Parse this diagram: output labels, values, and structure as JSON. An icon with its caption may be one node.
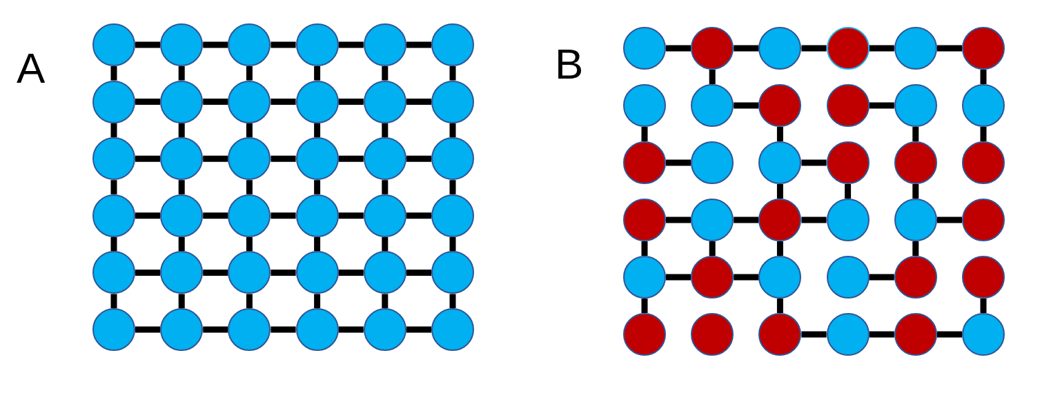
{
  "diagram": {
    "nodes": [
      {
        "text": [],
        "shape": "circle"
      },
      {
        "text": [],
        "shape": "circle"
      },
      {
        "text": [],
        "shape": "circle"
      },
      {
        "text": [],
        "shape": "circle"
      },
      {
        "text": [],
        "shape": "circle"
      },
      {
        "text": [],
        "shape": "circle"
      },
      {
        "text": [],
        "shape": "circle"
      },
      {
        "text": [],
        "shape": "circle"
      },
      {
        "text": [],
        "shape": "circle"
      },
      {
        "text": [],
        "shape": "circle"
      },
      {
        "text": [],
        "shape": "circle"
      },
      {
        "text": [],
        "shape": "circle"
      },
      {
        "text": [],
        "shape": "circle"
      },
      {
        "text": [],
        "shape": "circle"
      },
      {
        "text": [],
        "shape": "circle"
      },
      {
        "text": [],
        "shape": "circle"
      },
      {
        "text": [],
        "shape": "circle"
      },
      {
        "text": [],
        "shape": "circle"
      },
      {
        "text": [],
        "shape": "circle"
      },
      {
        "text": [],
        "shape": "circle"
      },
      {
        "text": [],
        "shape": "circle"
      },
      {
        "text": [],
        "shape": "circle"
      },
      {
        "text": [],
        "shape": "circle"
      },
      {
        "text": [],
        "shape": "circle"
      },
      {
        "text": [],
        "shape": "circle"
      },
      {
        "text": [],
        "shape": "circle"
      },
      {
        "text": [],
        "shape": "circle"
      },
      {
        "text": [],
        "shape": "circle"
      },
      {
        "text": [],
        "shape": "circle"
      },
      {
        "text": [],
        "shape": "circle"
      },
      {
        "text": [],
        "shape": "circle"
      },
      {
        "text": [],
        "shape": "circle"
      },
      {
        "text": [],
        "shape": "circle"
      },
      {
        "text": [],
        "shape": "circle"
      },
      {
        "text": [],
        "shape": "circle"
      },
      {
        "text": [],
        "shape": "circle"
      },
      {
        "text": [],
        "shape": "circle"
      },
      {
        "text": [],
        "shape": "circle"
      },
      {
        "text": [],
        "shape": "circle"
      },
      {
        "text": [],
        "shape": "circle"
      },
      {
        "text": [],
        "shape": "circle"
      },
      {
        "text": [],
        "shape": "circle"
      },
      {
        "text": [],
        "shape": "circle"
      },
      {
        "text": [],
        "shape": "circle"
      },
      {
        "text": [],
        "shape": "circle"
      },
      {
        "text": [],
        "shape": "circle"
      },
      {
        "text": [],
        "shape": "circle"
      },
      {
        "text": [],
        "shape": "circle"
      },
      {
        "text": [],
        "shape": "circle"
      },
      {
        "text": [],
        "shape": "circle"
      },
      {
        "text": [],
        "shape": "circle"
      },
      {
        "text": [],
        "shape": "circle"
      },
      {
        "text": [],
        "shape": "circle"
      },
      {
        "text": [],
        "shape": "circle"
      },
      {
        "text": [],
        "shape": "circle"
      },
      {
        "text": [],
        "shape": "circle"
      },
      {
        "text": [],
        "shape": "circle"
      },
      {
        "text": [],
        "shape": "circle"
      },
      {
        "text": [],
        "shape": "circle"
      },
      {
        "text": [],
        "shape": "circle"
      },
      {
        "text": [],
        "shape": "circle"
      },
      {
        "text": [],
        "shape": "circle"
      },
      {
        "text": [],
        "shape": "circle"
      },
      {
        "text": [],
        "shape": "circle"
      },
      {
        "text": [],
        "shape": "circle"
      },
      {
        "text": [],
        "shape": "circle"
      },
      {
        "text": [],
        "shape": "circle"
      },
      {
        "text": [],
        "shape": "circle"
      },
      {
        "text": [],
        "shape": "circle"
      },
      {
        "text": [],
        "shape": "circle"
      },
      {
        "text": [],
        "shape": "circle"
      },
      {
        "text": [],
        "shape": "circle"
      }
    ],
    "edges": [
      {
        "from": 0,
        "to": 1,
        "arrow": "none"
      },
      {
        "from": 1,
        "to": 2,
        "arrow": "none"
      },
      {
        "from": 2,
        "to": 3,
        "arrow": "none"
      },
      {
        "from": 3,
        "to": 4,
        "arrow": "none"
      },
      {
        "from": 4,
        "to": 5,
        "arrow": "none"
      },
      {
        "from": 6,
        "to": 7,
        "arrow": "none"
      },
      {
        "from": 7,
        "to": 8,
        "arrow": "none"
      },
      {
        "from": 8,
        "to": 9,
        "arrow": "none"
      },
      {
        "from": 9,
        "to": 10,
        "arrow": "none"
      },
      {
        "from": 10,
        "to": 11,
        "arrow": "none"
      },
      {
        "from": 12,
        "to": 13,
        "arrow": "none"
      },
      {
        "from": 13,
        "to": 14,
        "arrow": "none"
      },
      {
        "from": 14,
        "to": 15,
        "arrow": "none"
      },
      {
        "from": 15,
        "to": 16,
        "arrow": "none"
      },
      {
        "from": 16,
        "to": 17,
        "arrow": "none"
      },
      {
        "from": 18,
        "to": 19,
        "arrow": "none"
      },
      {
        "from": 19,
        "to": 20,
        "arrow": "none"
      },
      {
        "from": 20,
        "to": 21,
        "arrow": "none"
      },
      {
        "from": 21,
        "to": 22,
        "arrow": "none"
      },
      {
        "from": 22,
        "to": 23,
        "arrow": "none"
      },
      {
        "from": 24,
        "to": 25,
        "arrow": "none"
      },
      {
        "from": 25,
        "to": 26,
        "arrow": "none"
      },
      {
        "from": 26,
        "to": 27,
        "arrow": "none"
      },
      {
        "from": 27,
        "to": 28,
        "arrow": "none"
      },
      {
        "from": 28,
        "to": 29,
        "arrow": "none"
      },
      {
        "from": 30,
        "to": 31,
        "arrow": "none"
      },
      {
        "from": 31,
        "to": 32,
        "arrow": "none"
      },
      {
        "from": 32,
        "to": 33,
        "arrow": "none"
      },
      {
        "from": 33,
        "to": 34,
        "arrow": "none"
      },
      {
        "from": 34,
        "to": 35,
        "arrow": "none"
      },
      {
        "from": 0,
        "to": 6,
        "arrow": "none"
      },
      {
        "from": 1,
        "to": 7,
        "arrow": "none"
      },
      {
        "from": 2,
        "to": 8,
        "arrow": "none"
      },
      {
        "from": 3,
        "to": 9,
        "arrow": "none"
      },
      {
        "from": 4,
        "to": 10,
        "arrow": "none"
      },
      {
        "from": 5,
        "to": 11,
        "arrow": "none"
      },
      {
        "from": 6,
        "to": 12,
        "arrow": "none"
      },
      {
        "from": 7,
        "to": 13,
        "arrow": "none"
      },
      {
        "from": 8,
        "to": 14,
        "arrow": "none"
      },
      {
        "from": 9,
        "to": 15,
        "arrow": "none"
      },
      {
        "from": 10,
        "to": 16,
        "arrow": "none"
      },
      {
        "from": 11,
        "to": 17,
        "arrow": "none"
      },
      {
        "from": 12,
        "to": 18,
        "arrow": "none"
      },
      {
        "from": 13,
        "to": 19,
        "arrow": "none"
      },
      {
        "from": 14,
        "to": 20,
        "arrow": "none"
      },
      {
        "from": 15,
        "to": 21,
        "arrow": "none"
      },
      {
        "from": 16,
        "to": 22,
        "arrow": "none"
      },
      {
        "from": 17,
        "to": 23,
        "arrow": "none"
      },
      {
        "from": 18,
        "to": 24,
        "arrow": "none"
      },
      {
        "from": 19,
        "to": 25,
        "arrow": "none"
      },
      {
        "from": 20,
        "to": 26,
        "arrow": "none"
      },
      {
        "from": 21,
        "to": 27,
        "arrow": "none"
      },
      {
        "from": 22,
        "to": 28,
        "arrow": "none"
      },
      {
        "from": 23,
        "to": 29,
        "arrow": "none"
      },
      {
        "from": 24,
        "to": 30,
        "arrow": "none"
      },
      {
        "from": 25,
        "to": 31,
        "arrow": "none"
      },
      {
        "from": 26,
        "to": 32,
        "arrow": "none"
      },
      {
        "from": 27,
        "to": 33,
        "arrow": "none"
      },
      {
        "from": 28,
        "to": 34,
        "arrow": "none"
      },
      {
        "from": 29,
        "to": 35,
        "arrow": "none"
      },
      {
        "from": 36,
        "to": 37,
        "arrow": "none"
      },
      {
        "from": 37,
        "to": 38,
        "arrow": "none"
      },
      {
        "from": 38,
        "to": 39,
        "arrow": "none"
      },
      {
        "from": 39,
        "to": 40,
        "arrow": "none"
      },
      {
        "from": 40,
        "to": 41,
        "arrow": "none"
      },
      {
        "from": 43,
        "to": 44,
        "arrow": "none"
      },
      {
        "from": 45,
        "to": 46,
        "arrow": "none"
      },
      {
        "from": 48,
        "to": 49,
        "arrow": "none"
      },
      {
        "from": 50,
        "to": 51,
        "arrow": "none"
      },
      {
        "from": 54,
        "to": 55,
        "arrow": "none"
      },
      {
        "from": 55,
        "to": 56,
        "arrow": "none"
      },
      {
        "from": 56,
        "to": 57,
        "arrow": "none"
      },
      {
        "from": 58,
        "to": 59,
        "arrow": "none"
      },
      {
        "from": 60,
        "to": 61,
        "arrow": "none"
      },
      {
        "from": 61,
        "to": 62,
        "arrow": "none"
      },
      {
        "from": 63,
        "to": 64,
        "arrow": "none"
      },
      {
        "from": 68,
        "to": 69,
        "arrow": "none"
      },
      {
        "from": 69,
        "to": 70,
        "arrow": "none"
      },
      {
        "from": 70,
        "to": 71,
        "arrow": "none"
      },
      {
        "from": 37,
        "to": 43,
        "arrow": "none"
      },
      {
        "from": 41,
        "to": 47,
        "arrow": "none"
      },
      {
        "from": 42,
        "to": 48,
        "arrow": "none"
      },
      {
        "from": 44,
        "to": 50,
        "arrow": "none"
      },
      {
        "from": 46,
        "to": 52,
        "arrow": "none"
      },
      {
        "from": 47,
        "to": 53,
        "arrow": "none"
      },
      {
        "from": 50,
        "to": 56,
        "arrow": "none"
      },
      {
        "from": 51,
        "to": 57,
        "arrow": "none"
      },
      {
        "from": 52,
        "to": 58,
        "arrow": "none"
      },
      {
        "from": 54,
        "to": 60,
        "arrow": "none"
      },
      {
        "from": 55,
        "to": 61,
        "arrow": "none"
      },
      {
        "from": 56,
        "to": 62,
        "arrow": "none"
      },
      {
        "from": 58,
        "to": 64,
        "arrow": "none"
      },
      {
        "from": 60,
        "to": 66,
        "arrow": "none"
      },
      {
        "from": 62,
        "to": 68,
        "arrow": "none"
      },
      {
        "from": 65,
        "to": 71,
        "arrow": "none"
      }
    ],
    "labels": [
      "A",
      "B"
    ]
  }
}
